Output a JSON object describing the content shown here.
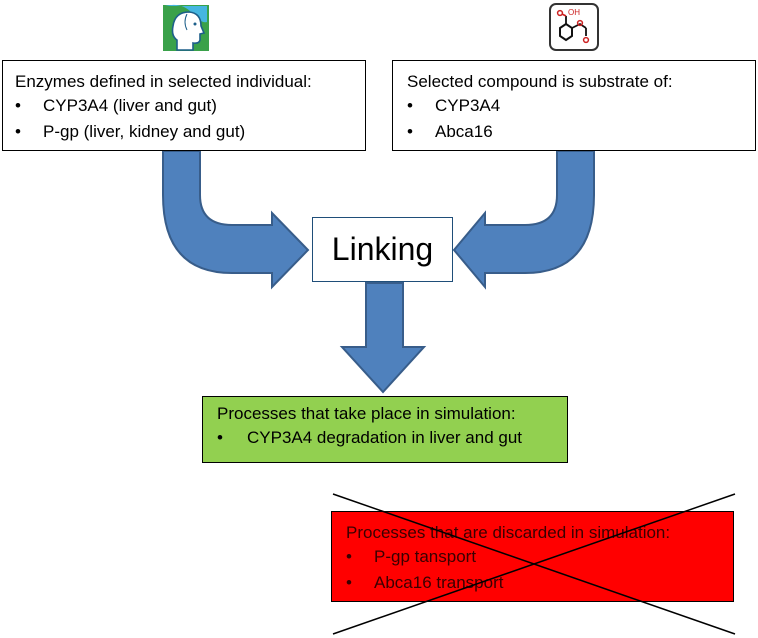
{
  "individual": {
    "title": "Enzymes defined in selected individual:",
    "items": [
      "CYP3A4 (liver and gut)",
      "P-gp (liver, kidney and gut)"
    ]
  },
  "compound": {
    "title": "Selected compound is substrate of:",
    "items": [
      "CYP3A4",
      "Abca16"
    ]
  },
  "linking": {
    "label": "Linking"
  },
  "processes": {
    "title": "Processes that take place in simulation:",
    "items": [
      "CYP3A4 degradation in liver and gut"
    ]
  },
  "discarded": {
    "title": "Processes that are discarded in simulation:",
    "items": [
      "P-gp tansport",
      "Abca16 transport"
    ]
  },
  "icons": {
    "individual": "individual-head-icon",
    "compound": "compound-molecule-icon",
    "arrows": [
      "curved-arrow-left-icon",
      "curved-arrow-right-icon",
      "down-arrow-icon"
    ],
    "cross": "cross-out-icon"
  },
  "colors": {
    "arrow_fill": "#4f81bd",
    "arrow_stroke": "#385d8a",
    "green_box": "#92d050",
    "red_box": "#ff0000",
    "linking_border": "#1f4e79"
  }
}
